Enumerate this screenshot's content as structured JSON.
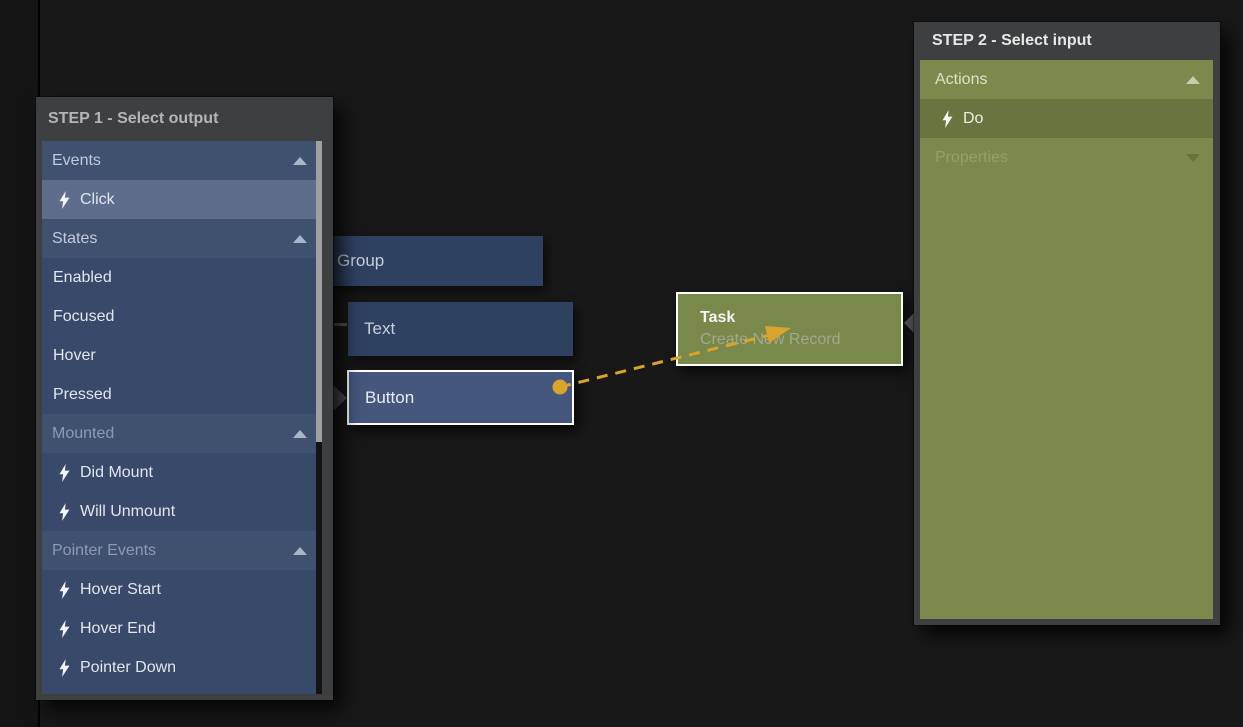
{
  "step1_panel": {
    "title": "STEP 1 - Select output",
    "rows": [
      {
        "type": "category",
        "label": "Events",
        "arrow": "up"
      },
      {
        "type": "item",
        "label": "Click",
        "icon": "lightning-icon",
        "selected": true
      },
      {
        "type": "category",
        "label": "States",
        "arrow": "up"
      },
      {
        "type": "item",
        "label": "Enabled"
      },
      {
        "type": "item",
        "label": "Focused"
      },
      {
        "type": "item",
        "label": "Hover"
      },
      {
        "type": "item",
        "label": "Pressed"
      },
      {
        "type": "category",
        "label": "Mounted",
        "arrow": "up",
        "muted": true
      },
      {
        "type": "item",
        "label": "Did Mount",
        "icon": "lightning-icon"
      },
      {
        "type": "item",
        "label": "Will Unmount",
        "icon": "lightning-icon"
      },
      {
        "type": "category",
        "label": "Pointer Events",
        "arrow": "up",
        "muted": true
      },
      {
        "type": "item",
        "label": "Hover Start",
        "icon": "lightning-icon"
      },
      {
        "type": "item",
        "label": "Hover End",
        "icon": "lightning-icon"
      },
      {
        "type": "item",
        "label": "Pointer Down",
        "icon": "lightning-icon"
      }
    ]
  },
  "step2_panel": {
    "title": "STEP 2 - Select input",
    "rows": [
      {
        "type": "category",
        "label": "Actions",
        "arrow": "up"
      },
      {
        "type": "item",
        "label": "Do",
        "icon": "lightning-icon",
        "selected": true
      },
      {
        "type": "category",
        "label": "Properties",
        "arrow": "down",
        "muted": true
      }
    ]
  },
  "nodes": {
    "group": {
      "label": "Group"
    },
    "text": {
      "label": "Text"
    },
    "button": {
      "label": "Button"
    },
    "task": {
      "label": "Task",
      "sublabel": "Create New Record"
    }
  },
  "colors": {
    "canvas_bg": "#181818",
    "panel_frame": "#3e3f41",
    "blue_item": "#38496a",
    "blue_category": "#40506f",
    "blue_selected": "#5d6d8b",
    "olive_body": "#7b894c",
    "olive_selected": "#68753f",
    "node_blue": "#2e4161",
    "node_blue_selected": "#45577d",
    "node_olive": "#79884b",
    "connection_orange": "#d9a32e"
  }
}
